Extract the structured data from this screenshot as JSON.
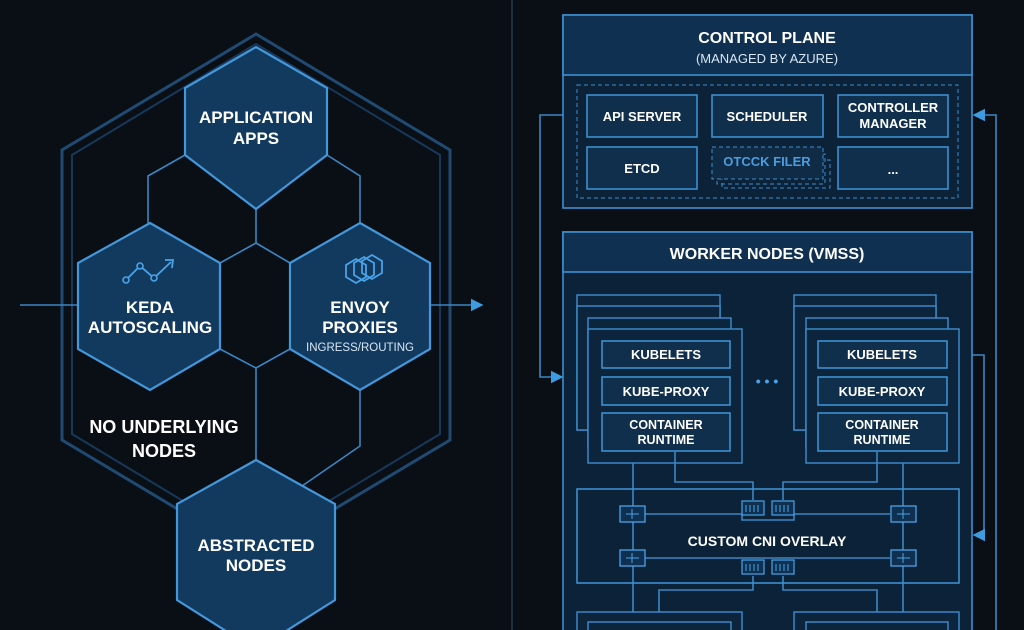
{
  "left": {
    "app_hex": {
      "line1": "APPLICATION",
      "line2": "APPS"
    },
    "keda_hex": {
      "line1": "KEDA",
      "line2": "AUTOSCALING",
      "icon": "trend-line-icon"
    },
    "envoy_hex": {
      "line1": "ENVOY",
      "line2": "PROXIES",
      "line3": "INGRESS/ROUTING",
      "icon": "stacked-hexagons-icon"
    },
    "no_nodes": {
      "line1": "NO UNDERLYING",
      "line2": "NODES"
    },
    "abstracted_hex": {
      "line1": "ABSTRACTED",
      "line2": "NODES"
    }
  },
  "control_plane": {
    "title": "CONTROL PLANE",
    "subtitle": "(MANAGED BY AZURE)",
    "components": {
      "api_server": "API SERVER",
      "scheduler": "SCHEDULER",
      "controller_l1": "CONTROLLER",
      "controller_l2": "MANAGER",
      "etcd": "ETCD",
      "ghost": "OTCCK FILER",
      "more": "..."
    }
  },
  "worker_nodes": {
    "title": "WORKER NODES (VMSS)",
    "node": {
      "kubelets": "KUBELETS",
      "kube_proxy": "KUBE-PROXY",
      "runtime_l1": "CONTAINER",
      "runtime_l2": "RUNTIME"
    },
    "ellipsis": "• • •",
    "cni": "CUSTOM CNI OVERLAY"
  },
  "colors": {
    "background": "#0a0f15",
    "accent": "#3d8fd0",
    "fill": "#123a5f"
  }
}
